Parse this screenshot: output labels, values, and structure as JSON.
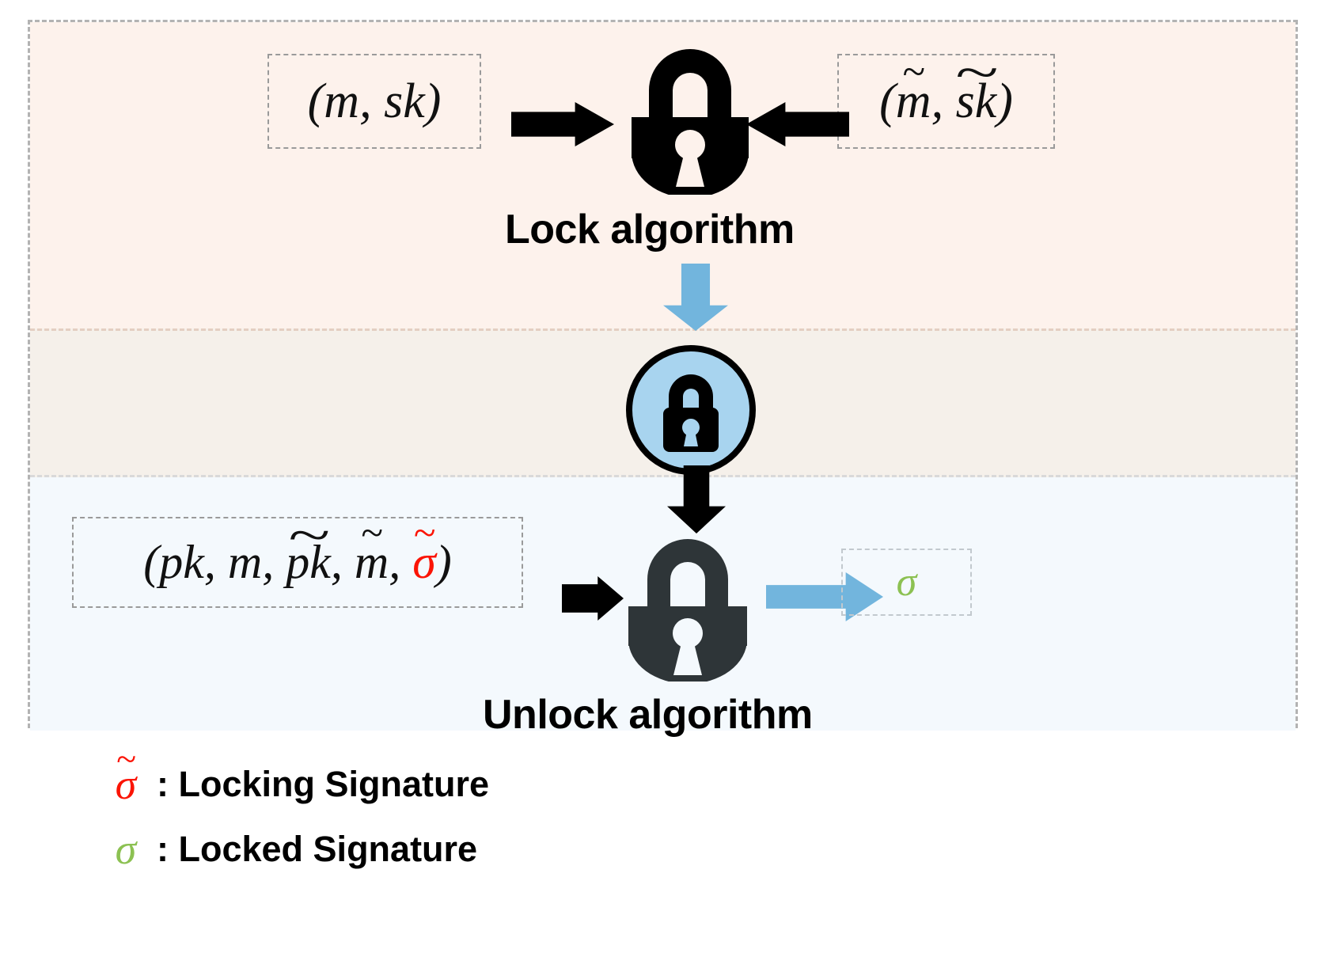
{
  "figure": {
    "title": "Lock and Unlock algorithm diagram",
    "colors": {
      "band_lock_bg": "#fdf2ec",
      "band_middle_bg": "#f5f0ea",
      "band_unlock_bg": "#f4f9fd",
      "blue_arrow": "#72b5dd",
      "badge_circle": "#a8d4ef",
      "black_arrow": "#000000",
      "unlock_icon": "#2e3538",
      "locking_sigma": "#fb1405",
      "locked_sigma": "#8cc152",
      "dashed_border": "#9a9a9a"
    }
  },
  "lock_section": {
    "input_left": {
      "open_paren": "(",
      "m": "m",
      "comma": ", ",
      "sk": "sk",
      "close_paren": ")"
    },
    "input_right": {
      "open_paren": "(",
      "m_tilde_base": "m",
      "tilde": "~",
      "comma": ", ",
      "sk_tilde_base": "sk",
      "close_paren": ")"
    },
    "caption": "Lock algorithm"
  },
  "middle_section": {
    "badge_icon": "closed-padlock-icon"
  },
  "unlock_section": {
    "input": {
      "open_paren": "(",
      "pk": "pk",
      "sep1": ", ",
      "m": "m",
      "sep2": ", ",
      "pk_tilde_base": "pk",
      "tilde": "~",
      "sep3": ", ",
      "m_tilde_base": "m",
      "sep4": ", ",
      "sigma_tilde_base": "σ",
      "close_paren": ")"
    },
    "output": {
      "sigma": "σ"
    },
    "caption": "Unlock algorithm"
  },
  "legend": {
    "rows": [
      {
        "symbol": "σ",
        "tilde": "~",
        "has_tilde": true,
        "color": "#fb1405",
        "separator": " : ",
        "label": "Locking Signature"
      },
      {
        "symbol": "σ",
        "tilde": "",
        "has_tilde": false,
        "color": "#8cc152",
        "separator": " : ",
        "label": "Locked Signature"
      }
    ]
  }
}
